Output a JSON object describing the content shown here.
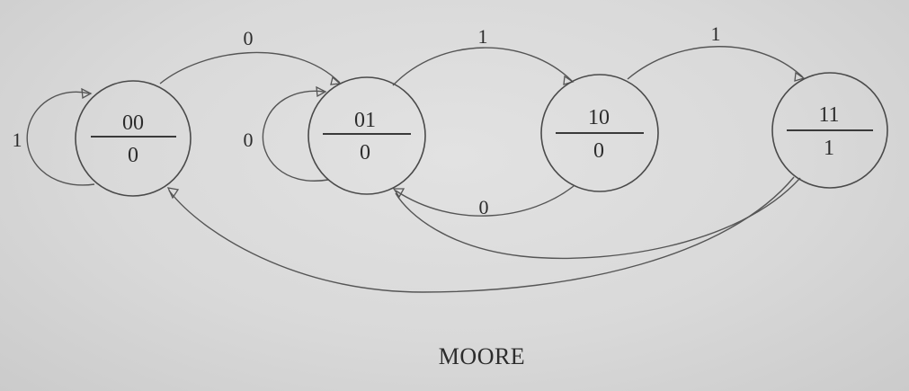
{
  "diagram": {
    "caption": "MOORE",
    "states": [
      {
        "id": "s00",
        "state": "00",
        "output": "0"
      },
      {
        "id": "s01",
        "state": "01",
        "output": "0"
      },
      {
        "id": "s10",
        "state": "10",
        "output": "0"
      },
      {
        "id": "s11",
        "state": "11",
        "output": "1"
      }
    ],
    "transitions": [
      {
        "id": "t00-self",
        "from": "00",
        "to": "00",
        "input": "1"
      },
      {
        "id": "t00-01",
        "from": "00",
        "to": "01",
        "input": "0"
      },
      {
        "id": "t01-self",
        "from": "01",
        "to": "01",
        "input": "0"
      },
      {
        "id": "t01-10",
        "from": "01",
        "to": "10",
        "input": "1"
      },
      {
        "id": "t10-11",
        "from": "10",
        "to": "11",
        "input": "1"
      },
      {
        "id": "t10-01",
        "from": "10",
        "to": "01",
        "input": "0"
      },
      {
        "id": "t11-01",
        "from": "11",
        "to": "01",
        "input": ""
      },
      {
        "id": "t11-00",
        "from": "11",
        "to": "00",
        "input": ""
      }
    ]
  }
}
